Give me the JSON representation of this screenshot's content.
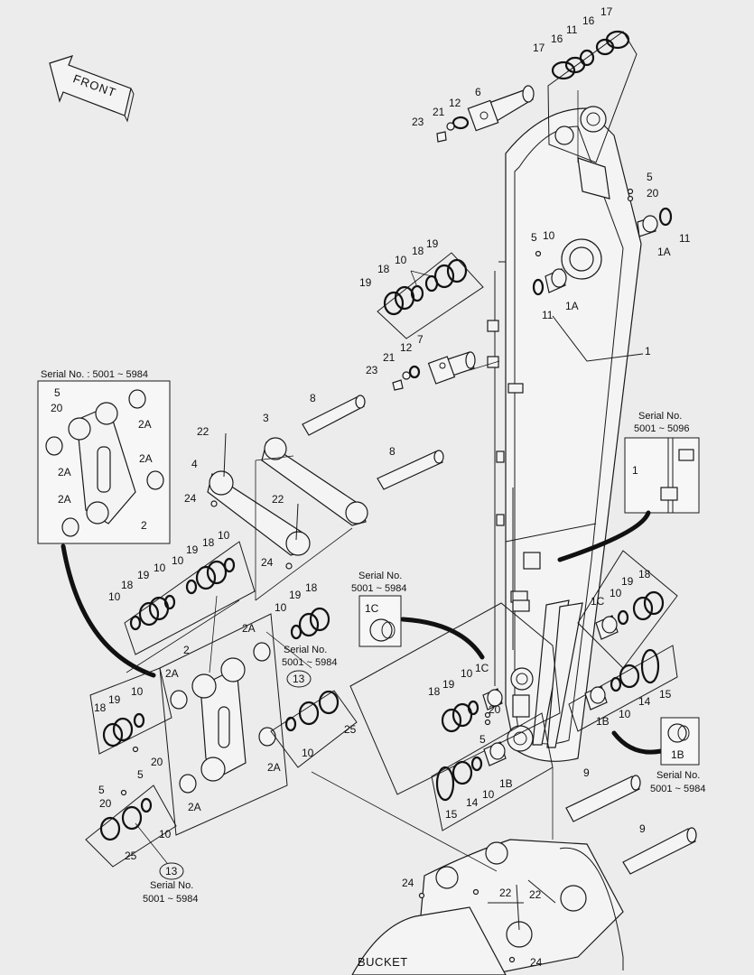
{
  "diagram": {
    "front_label": "FRONT",
    "bucket_label": "BUCKET",
    "serial_5001_5984_colon": "Serial No. : 5001 ~ 5984",
    "serial_no": "Serial No.",
    "serial_5001_5096": "5001 ~ 5096",
    "serial_5001_5984": "5001 ~ 5984",
    "parts": {
      "p1": "1",
      "p1A": "1A",
      "p1B": "1B",
      "p1C": "1C",
      "p2": "2",
      "p2A": "2A",
      "p3": "3",
      "p4": "4",
      "p5": "5",
      "p6": "6",
      "p7": "7",
      "p8": "8",
      "p9": "9",
      "p10": "10",
      "p11": "11",
      "p12": "12",
      "p13": "13",
      "p14": "14",
      "p15": "15",
      "p16": "16",
      "p17": "17",
      "p18": "18",
      "p19": "19",
      "p20": "20",
      "p21": "21",
      "p22": "22",
      "p23": "23",
      "p24": "24",
      "p25": "25"
    }
  }
}
